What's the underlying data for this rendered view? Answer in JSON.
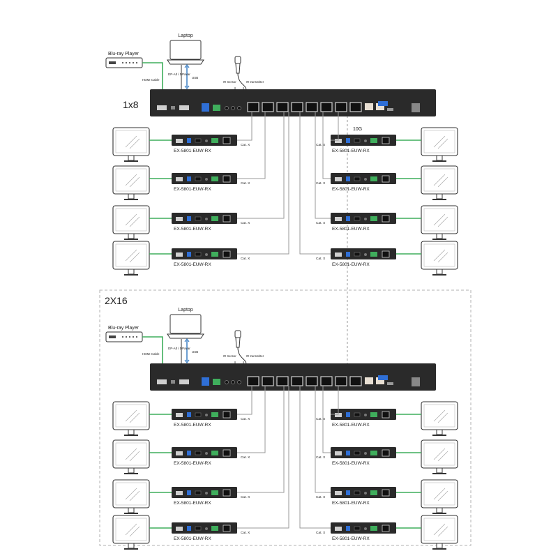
{
  "colors": {
    "device_body": "#2a2a2a",
    "device_port": "#cfcfcf",
    "usb_blue": "#2f6fd6",
    "terminal_green": "#3fae5c",
    "hdmi_line": "#3fae5c",
    "usb_arrow": "#3b7fc4",
    "cat_line": "#9a9a9a",
    "dashed": "#999999"
  },
  "sections": [
    {
      "title": "1x8",
      "source_label": "Blu-ray Player",
      "laptop_label": "Laptop",
      "hdmi_cable_label": "HDMI Cable",
      "dp_label": "DP-Alt / DPavar",
      "usb_label": "USB",
      "ir_sensor_label": "IR Sensor",
      "ir_emitter_label": "IR transmitter",
      "link_label": "10G",
      "receivers_left": [
        {
          "label": "EX-5801-EUW-RX",
          "cable": "Cat. X"
        },
        {
          "label": "EX-5801-EUW-RX",
          "cable": "Cat. X"
        },
        {
          "label": "EX-5801-EUW-RX",
          "cable": "Cat. X"
        },
        {
          "label": "EX-5801-EUW-RX",
          "cable": "Cat. X"
        }
      ],
      "receivers_right": [
        {
          "label": "EX-5801-EUW-RX",
          "cable": "Cat. X"
        },
        {
          "label": "EX-5801-EUW-RX",
          "cable": "Cat. X"
        },
        {
          "label": "EX-5801-EUW-RX",
          "cable": "Cat. X"
        },
        {
          "label": "EX-5801-EUW-RX",
          "cable": "Cat. X"
        }
      ]
    },
    {
      "title": "2X16",
      "source_label": "Blu-ray Player",
      "laptop_label": "Laptop",
      "hdmi_cable_label": "HDMI Cable",
      "dp_label": "DP-Alt / DPavar",
      "usb_label": "USB",
      "ir_sensor_label": "IR Sensor",
      "ir_emitter_label": "IR transmitter",
      "link_label": "",
      "receivers_left": [
        {
          "label": "EX-5801-EUW-RX",
          "cable": "Cat. X"
        },
        {
          "label": "EX-5801-EUW-RX",
          "cable": "Cat. X"
        },
        {
          "label": "EX-5801-EUW-RX",
          "cable": "Cat. X"
        },
        {
          "label": "EX-5801-EUW-RX",
          "cable": "Cat. X"
        }
      ],
      "receivers_right": [
        {
          "label": "EX-5801-EUW-RX",
          "cable": "Cat. X"
        },
        {
          "label": "EX-5801-EUW-RX",
          "cable": "Cat. X"
        },
        {
          "label": "EX-5801-EUW-RX",
          "cable": "Cat. X"
        },
        {
          "label": "EX-5801-EUW-RX",
          "cable": "Cat. X"
        }
      ]
    }
  ]
}
